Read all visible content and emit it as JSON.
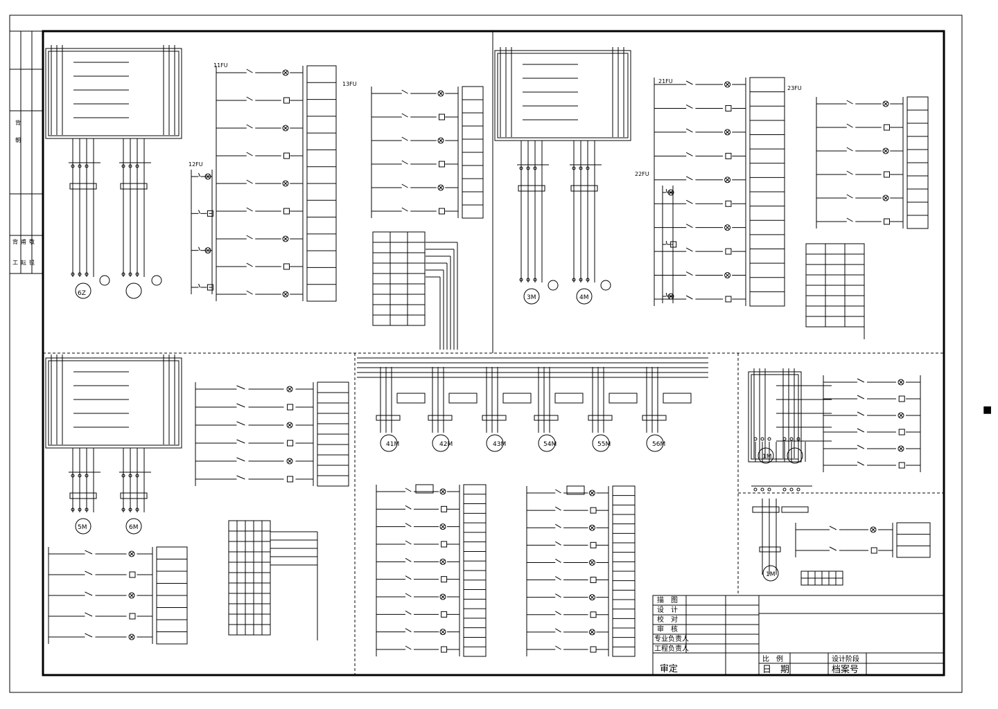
{
  "sheet": {
    "side_labels": [
      "背",
      "朝",
      "背",
      "甫",
      "敬",
      "工",
      "耘",
      "锟"
    ],
    "right_mark": "■"
  },
  "motors": {
    "top_left": [
      "6Z",
      ""
    ],
    "top_right": [
      "3M",
      "4M"
    ],
    "bottom_left": [
      "5M",
      "6M"
    ],
    "bottom_row": [
      "41M",
      "42M",
      "43M",
      "54M",
      "55M",
      "56M"
    ],
    "right_top": [
      "1M",
      ""
    ],
    "right_bottom": [
      "1M"
    ]
  },
  "fuse_labels": {
    "f1": "11FU",
    "f2": "12FU",
    "f3": "13FU",
    "f4": "21FU",
    "f5": "22FU",
    "f6": "23FU"
  },
  "title_block": {
    "rows": [
      "描　图",
      "设　计",
      "校　对",
      "审　核",
      "专业负责人",
      "工程负责人"
    ],
    "scale_label": "比　例",
    "stage_label": "设计阶段",
    "approve_label": "审定",
    "date_label": "日　期",
    "archive_label": "档案号"
  },
  "colors": {
    "line": "#000000",
    "background": "#ffffff"
  }
}
